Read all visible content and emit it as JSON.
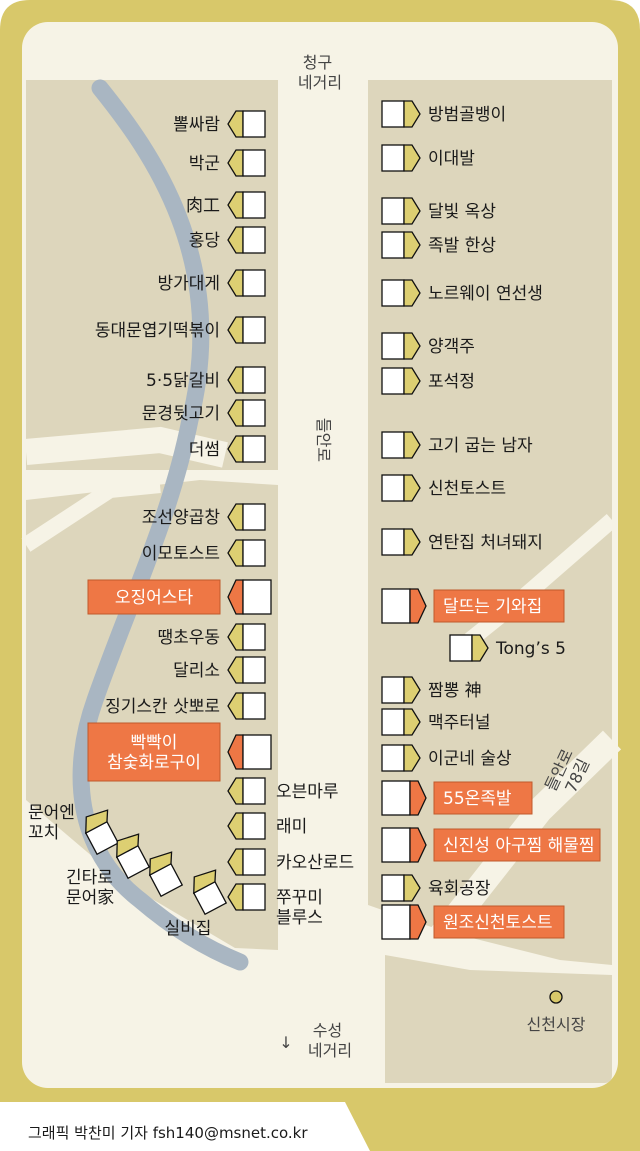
{
  "map": {
    "colors": {
      "frame": "#d8c86a",
      "land": "#ddd6bc",
      "road": "#f6f3e6",
      "river": "#a9b6c2",
      "shop": "#ddcf72",
      "highlight": "#ee7745",
      "outline": "#111111"
    },
    "north_intersection": [
      "청구",
      "네거리"
    ],
    "south_intersection": [
      "수성",
      "네거리"
    ],
    "south_arrow": "↓",
    "main_road": "들안로",
    "side_road": [
      "들안로",
      "78길"
    ],
    "market": "신천시장",
    "credit": "그래픽 박찬미 기자 fsh140@msnet.co.kr",
    "left_shops": [
      {
        "name": "뽈싸람",
        "highlight": false
      },
      {
        "name": "박군",
        "highlight": false
      },
      {
        "name": "肉工",
        "highlight": false
      },
      {
        "name": "홍당",
        "highlight": false
      },
      {
        "name": "방가대게",
        "highlight": false
      },
      {
        "name": "동대문엽기떡볶이",
        "highlight": false
      },
      {
        "name": "5·5닭갈비",
        "highlight": false
      },
      {
        "name": "문경뒷고기",
        "highlight": false
      },
      {
        "name": "더썸",
        "highlight": false
      },
      {
        "name": "조선양곱창",
        "highlight": false
      },
      {
        "name": "이모토스트",
        "highlight": false
      },
      {
        "name": "오징어스타",
        "highlight": true
      },
      {
        "name": "땡초우동",
        "highlight": false
      },
      {
        "name": "달리소",
        "highlight": false
      },
      {
        "name": "징기스칸 삿뽀로",
        "highlight": false
      },
      {
        "name": [
          "빡빡이",
          "참숯화로구이"
        ],
        "highlight": true
      }
    ],
    "inner_shops": [
      {
        "name": "오븐마루"
      },
      {
        "name": "래미"
      },
      {
        "name": "카오산로드"
      },
      {
        "name": [
          "쭈꾸미",
          "블루스"
        ]
      }
    ],
    "curve_shops": [
      {
        "name": [
          "문어엔",
          "꼬치"
        ]
      },
      {
        "name": [
          "긴타로",
          "문어家"
        ]
      },
      {
        "name": "실비집"
      }
    ],
    "right_shops": [
      {
        "name": "방범골뱅이",
        "highlight": false
      },
      {
        "name": "이대발",
        "highlight": false
      },
      {
        "name": "달빛 옥상",
        "highlight": false
      },
      {
        "name": "족발 한상",
        "highlight": false
      },
      {
        "name": "노르웨이 연선생",
        "highlight": false
      },
      {
        "name": "양객주",
        "highlight": false
      },
      {
        "name": "포석정",
        "highlight": false
      },
      {
        "name": "고기 굽는 남자",
        "highlight": false
      },
      {
        "name": "신천토스트",
        "highlight": false
      },
      {
        "name": "연탄집 처녀돼지",
        "highlight": false
      },
      {
        "name": "달뜨는 기와집",
        "highlight": true
      },
      {
        "name": "Tong’s 5",
        "highlight": false
      },
      {
        "name": "짬뽕 神",
        "highlight": false
      },
      {
        "name": "맥주터널",
        "highlight": false
      },
      {
        "name": "이군네 술상",
        "highlight": false
      },
      {
        "name": "55온족발",
        "highlight": true
      },
      {
        "name": "신진성 아구찜 해물찜",
        "highlight": true
      },
      {
        "name": "육회공장",
        "highlight": false
      },
      {
        "name": "원조신천토스트",
        "highlight": true
      }
    ]
  }
}
